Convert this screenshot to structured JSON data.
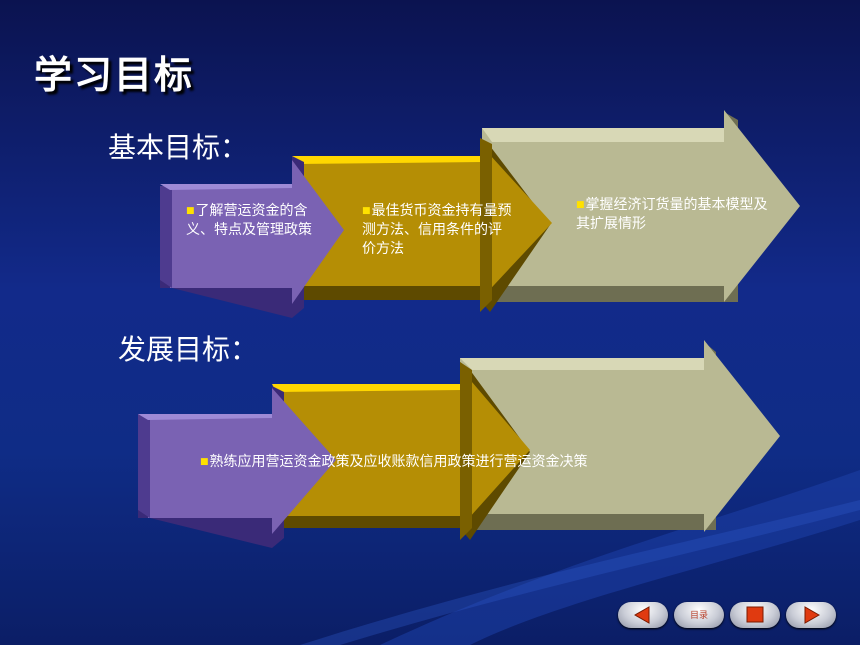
{
  "slide": {
    "title": "学习目标"
  },
  "basic_goals": {
    "heading": "基本目标：",
    "items": [
      "了解营运资金的含义、特点及管理政策",
      "最佳货币资金持有量预测方法、信用条件的评价方法",
      "掌握经济订货量的基本模型及其扩展情形"
    ]
  },
  "development_goals": {
    "heading": "发展目标：",
    "items": [
      "熟练应用营运资金政策及应收账款信用政策进行营运资金决策"
    ]
  },
  "nav": {
    "home_label": "目录"
  },
  "colors": {
    "purple": "#7a62b3",
    "gold": "#b58e05",
    "khaki": "#b9b993",
    "bullet": "#ffe100"
  }
}
